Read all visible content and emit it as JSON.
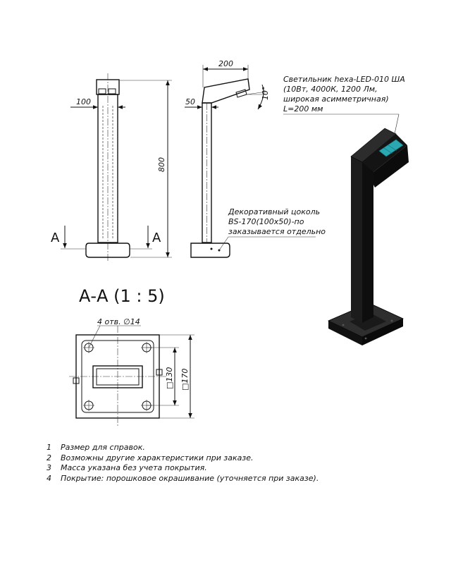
{
  "front_view": {
    "dim_width": "100",
    "dim_height": "800",
    "section_left": "A",
    "section_right": "A"
  },
  "side_view": {
    "dim_head_length": "200",
    "dim_post_width": "50",
    "dim_tilt": "10°"
  },
  "callout_luminaire": {
    "line1": "Светильник hexa-LED-010 ША",
    "line2": "(10Вт, 4000К, 1200 Лм,",
    "line3": "широкая асимметричная)",
    "line4": "L=200 мм"
  },
  "callout_base": {
    "line1": "Декоративный цоколь",
    "line2": "BS-170(100х50)-по",
    "line3": "заказывается отдельно"
  },
  "section": {
    "title": "А-А (1 : 5)",
    "holes_label": "4 отв. ∅14",
    "dim_inner": "□130",
    "dim_outer": "□170"
  },
  "notes": [
    {
      "num": "1",
      "text": "Размер для справок."
    },
    {
      "num": "2",
      "text": "Возможны другие характеристики при заказе."
    },
    {
      "num": "3",
      "text": "Масса указана без учета покрытия."
    },
    {
      "num": "4",
      "text": "Покрытие: порошковое окрашивание (уточняется при заказе)."
    }
  ],
  "colors": {
    "product_body": "#1c1c1c",
    "lens": "#2aa7b0",
    "line": "#111111"
  }
}
